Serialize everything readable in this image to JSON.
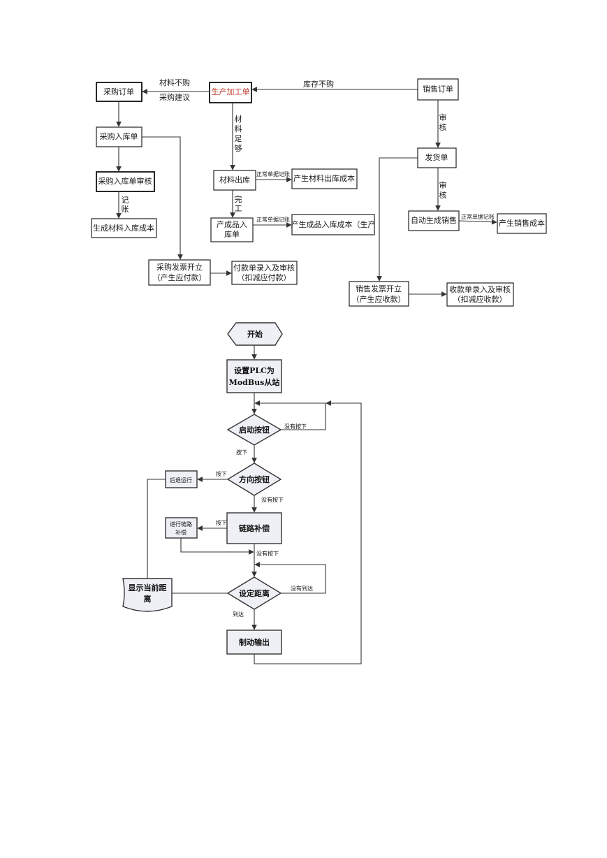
{
  "top_flow": {
    "boxes": {
      "purchase_order": "采购订单",
      "production_order": "生产加工单",
      "sales_order": "销售订单",
      "purchase_receipt": "采购入库单",
      "receipt_audit": "采购入库单审核",
      "material_in_cost": "生成材料入库成本",
      "material_out": "材料出库",
      "material_out_cost": "产生材料出库成本",
      "product_in_1": "产成品入",
      "product_in_2": "库单",
      "product_in_cost": "产生成品入库成本（生产",
      "delivery": "发货单",
      "auto_sales": "自动生成销售",
      "sales_cost": "产生销售成本",
      "purchase_invoice_1": "采购发票开立",
      "purchase_invoice_2": "（产生应付款）",
      "payment_1": "付款单录入及审核",
      "payment_2": "（扣减应付款）",
      "sales_invoice_1": "销售发票开立",
      "sales_invoice_2": "（产生应收款）",
      "receipt_1": "收款单录入及审核",
      "receipt_2": "（扣减应收款）"
    },
    "labels": {
      "material_short": "材料不购",
      "purchase_suggest": "采购建议",
      "stock_short": "库存不购",
      "mat_enough_1": "材",
      "mat_enough_2": "料",
      "mat_enough_3": "足",
      "mat_enough_4": "够",
      "audit_1a": "审",
      "audit_1b": "核",
      "audit_2a": "审",
      "audit_2b": "核",
      "record_1": "记",
      "record_2": "账",
      "finish_1": "完",
      "finish_2": "工",
      "normal_post_1": "正常单据记账",
      "normal_post_2": "正常单据记账",
      "normal_post_3": "正常单据记账"
    }
  },
  "plc_flow": {
    "start": "开始",
    "set_plc_1": "设置PLC为",
    "set_plc_2": "ModBus从站",
    "start_button": "启动按钮",
    "not_pressed_1": "没有按下",
    "pressed_1": "按下",
    "direction_button": "方向按钮",
    "pressed_2": "按下",
    "reverse_run": "后退运行",
    "not_pressed_2": "没有按下",
    "chain_comp": "链路补偿",
    "do_comp_1": "进行链路",
    "do_comp_2": "补偿",
    "pressed_3": "按下",
    "not_pressed_3": "没有按下",
    "set_distance": "设定距离",
    "not_reached": "没有到达",
    "display_1": "显示当前距",
    "display_2": "离",
    "reached": "到达",
    "brake_output": "制动输出"
  }
}
